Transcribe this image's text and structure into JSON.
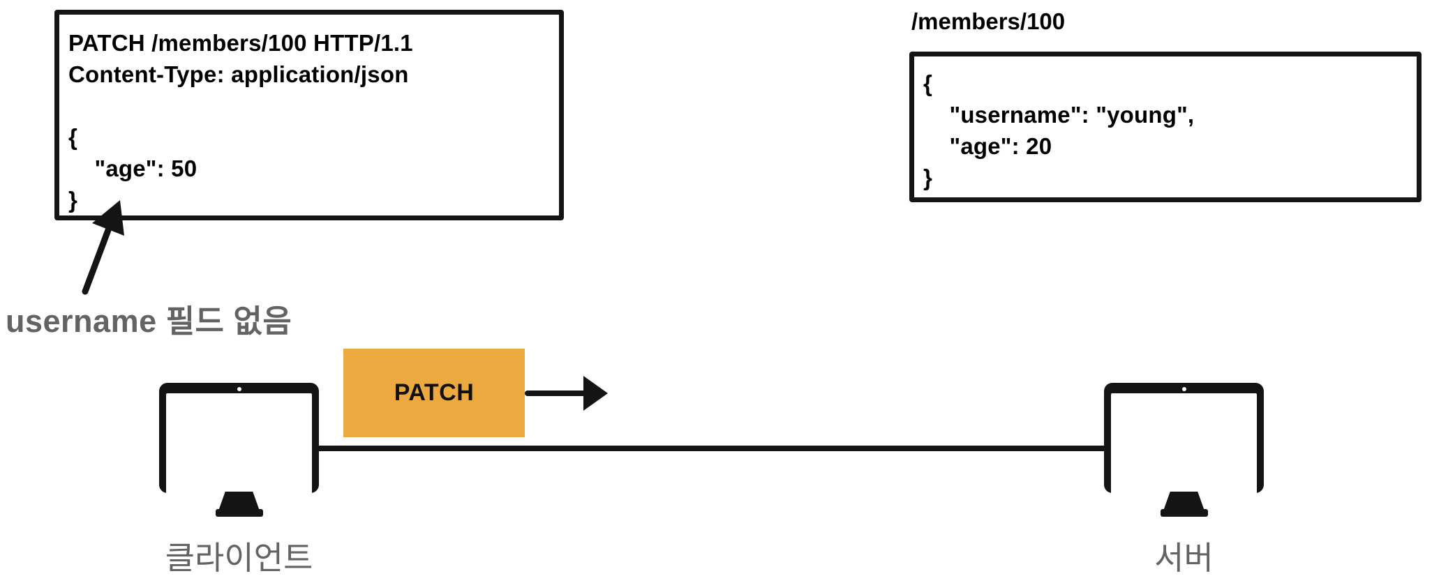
{
  "colors": {
    "ink": "#141414",
    "badge-bg": "#ECA93F",
    "muted": "#636363"
  },
  "request_box": {
    "lines": [
      "PATCH /members/100 HTTP/1.1",
      "Content-Type: application/json",
      "",
      "{",
      "    \"age\": 50",
      "}"
    ]
  },
  "annotation": {
    "text": "username 필드 없음"
  },
  "resource": {
    "path_label": "/members/100",
    "lines": [
      "{",
      "    \"username\": \"young\",",
      "    \"age\": 20",
      "}"
    ]
  },
  "transfer": {
    "method_label": "PATCH"
  },
  "nodes": {
    "client_label": "클라이언트",
    "server_label": "서버"
  },
  "icons": {
    "client": "monitor-icon",
    "server": "monitor-icon",
    "annotation_pointer": "arrow-up-right-icon",
    "request_direction": "arrow-right-icon"
  }
}
